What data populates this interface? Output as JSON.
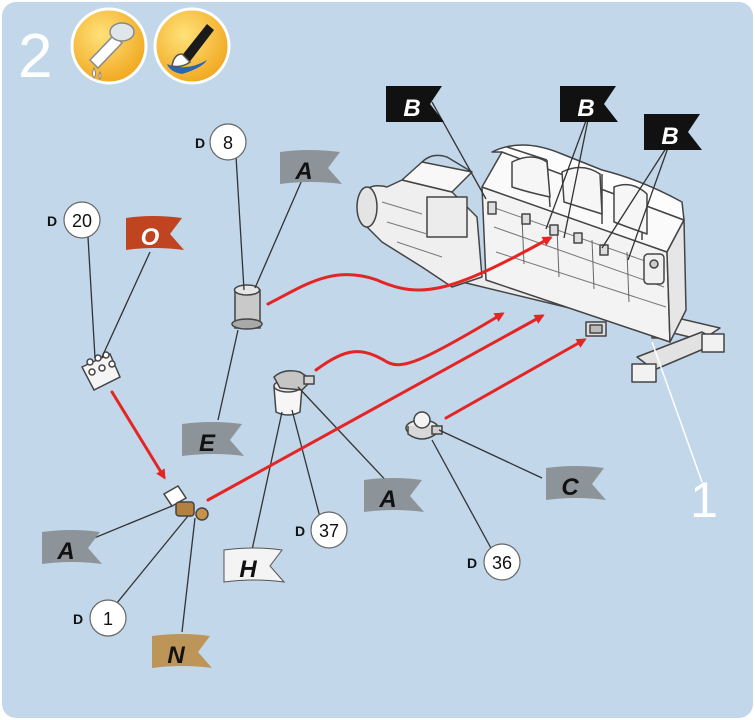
{
  "step": {
    "number": "2",
    "icons": [
      "glue-icon",
      "paintbrush-icon"
    ]
  },
  "colors": {
    "background": "#c2d7ea",
    "arrow": "#e42524",
    "flag_gray": "#8d9499",
    "flag_black": "#111111",
    "flag_orange": "#c0441f",
    "flag_tan": "#bd9559",
    "flag_white": "#f4f4f4"
  },
  "flags": {
    "B1": "B",
    "B2": "B",
    "B3": "B",
    "A_top": "A",
    "O": "O",
    "E": "E",
    "A_mid": "A",
    "C": "C",
    "A_left": "A",
    "H": "H",
    "N": "N"
  },
  "parts": {
    "D8": {
      "prefix": "D",
      "number": "8"
    },
    "D20": {
      "prefix": "D",
      "number": "20"
    },
    "D37": {
      "prefix": "D",
      "number": "37"
    },
    "D36": {
      "prefix": "D",
      "number": "36"
    },
    "D1": {
      "prefix": "D",
      "number": "1"
    }
  },
  "callout_1": "1"
}
